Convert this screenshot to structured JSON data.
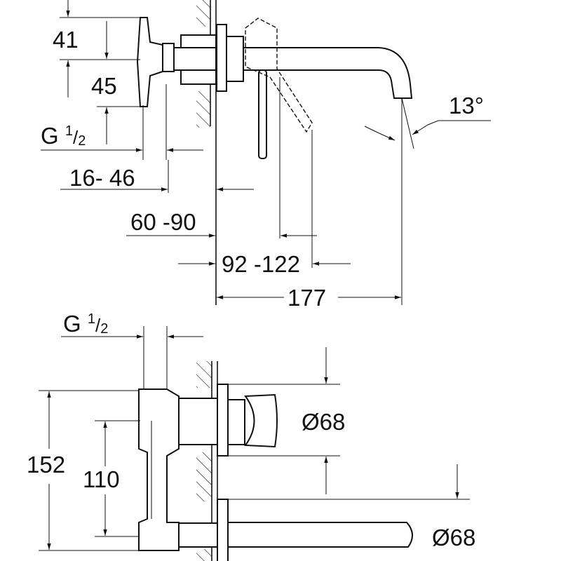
{
  "drawing": {
    "top_view": {
      "dim_41": "41",
      "dim_45": "45",
      "thread": {
        "main": "G",
        "num": "1",
        "den": "2"
      },
      "dim_16_46": "16- 46",
      "dim_60_90": "60 -90",
      "dim_92_122": "92 -122",
      "dim_177": "177",
      "angle": "13°"
    },
    "bottom_view": {
      "thread": {
        "main": "G",
        "num": "1",
        "den": "2"
      },
      "dim_152": "152",
      "dim_110": "110",
      "diameter_rosette": "Ø68",
      "diameter_spout": "Ø68"
    }
  }
}
